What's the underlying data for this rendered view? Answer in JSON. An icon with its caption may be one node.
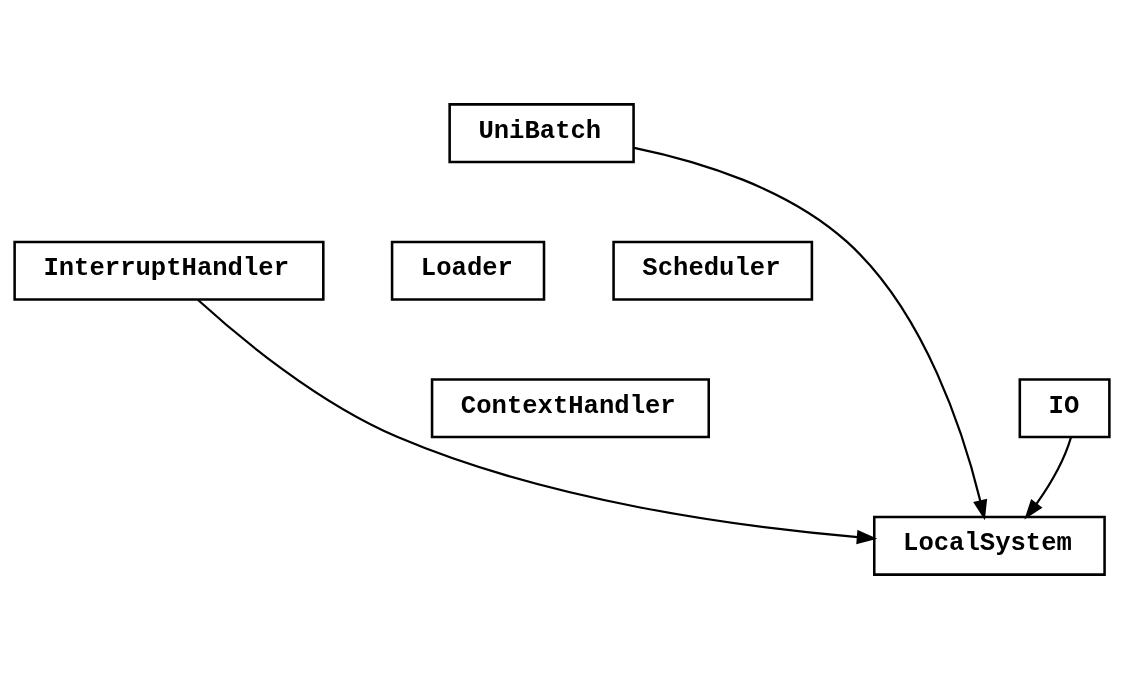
{
  "diagram": {
    "nodes": [
      {
        "text": [
          "UniBatch"
        ]
      },
      {
        "text": [
          "InterruptHandler"
        ]
      },
      {
        "text": [
          "Loader"
        ]
      },
      {
        "text": [
          "Scheduler"
        ]
      },
      {
        "text": [
          "ContextHandler"
        ]
      },
      {
        "text": [
          "IO"
        ]
      },
      {
        "text": [
          "LocalSystem"
        ]
      }
    ],
    "edges": [
      {
        "from": 0,
        "to": 6,
        "arrow": "to"
      },
      {
        "from": 1,
        "to": 6,
        "arrow": "to"
      },
      {
        "from": 5,
        "to": 6,
        "arrow": "to"
      }
    ]
  }
}
